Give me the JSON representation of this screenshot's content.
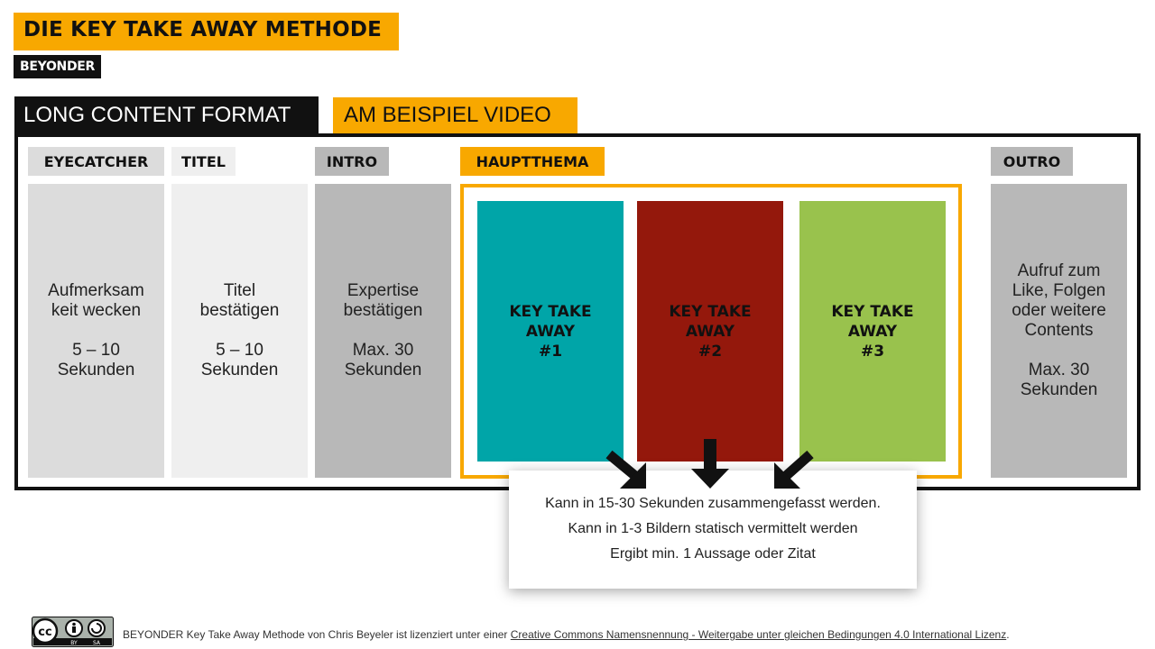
{
  "header": {
    "title": "DIE KEY TAKE AWAY METHODE",
    "logo": "BEYONDER"
  },
  "tabs": {
    "format": "LONG CONTENT FORMAT",
    "example": "AM BEISPIEL VIDEO"
  },
  "sections": {
    "eyecatcher": {
      "label": "EYECATCHER",
      "text": "Aufmerksam\nkeit wecken\n\n5 – 10\nSekunden"
    },
    "titel": {
      "label": "TITEL",
      "text": "Titel\nbestätigen\n\n5 – 10\nSekunden"
    },
    "intro": {
      "label": "INTRO",
      "text": "Expertise\nbestätigen\n\nMax. 30\nSekunden"
    },
    "hauptthema": {
      "label": "HAUPTTHEMA"
    },
    "outro": {
      "label": "OUTRO",
      "text": "Aufruf zum\nLike, Folgen\noder weitere\nContents\n\nMax. 30\nSekunden"
    }
  },
  "key_take_aways": [
    {
      "text": "KEY TAKE\nAWAY\n#1",
      "color": "#00a5a8"
    },
    {
      "text": "KEY TAKE\nAWAY\n#2",
      "color": "#94180c"
    },
    {
      "text": "KEY TAKE\nAWAY\n#3",
      "color": "#99c24d"
    }
  ],
  "note": {
    "lines": [
      "Kann in 15-30 Sekunden zusammengefasst werden.",
      "Kann in 1-3 Bildern statisch vermittelt werden",
      "Ergibt min. 1 Aussage oder Zitat"
    ]
  },
  "footer": {
    "cc_badge": [
      "BY",
      "SA"
    ],
    "text": "BEYONDER Key Take Away Methode von Chris Beyeler ist lizenziert unter einer",
    "link": "Creative Commons Namensnennung - Weitergabe unter gleichen Bedingungen 4.0 International Lizenz",
    "end": "."
  },
  "colors": {
    "accent": "#f8a800",
    "dark": "#111111",
    "eyecatcher": "#dcdcdc",
    "titel": "#efefef",
    "intro_outro": "#b8b8b8"
  }
}
